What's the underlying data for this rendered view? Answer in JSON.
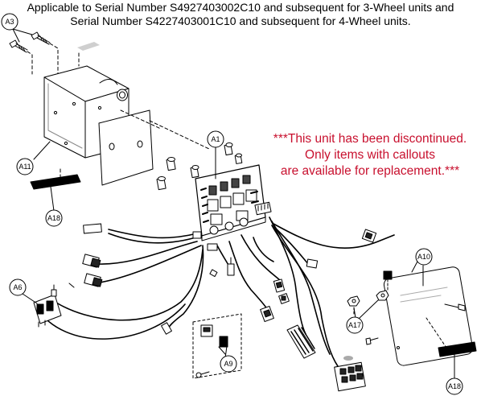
{
  "header": {
    "line1": "Applicable to Serial Number S4927403002C10 and subsequent for 3-Wheel units and",
    "line2": "Serial Number S4227403001C10 and subsequent for 4-Wheel units."
  },
  "note": {
    "line1": "***This unit has been discontinued.",
    "line2": "Only items with callouts",
    "line3": "are available for replacement.***",
    "color": "#c8102e"
  },
  "callouts": {
    "a3": "A3",
    "a1": "A1",
    "a11": "A11",
    "a18_left": "A18",
    "a6": "A6",
    "a9": "A9",
    "a10": "A10",
    "a17": "A17",
    "a18_right": "A18"
  }
}
